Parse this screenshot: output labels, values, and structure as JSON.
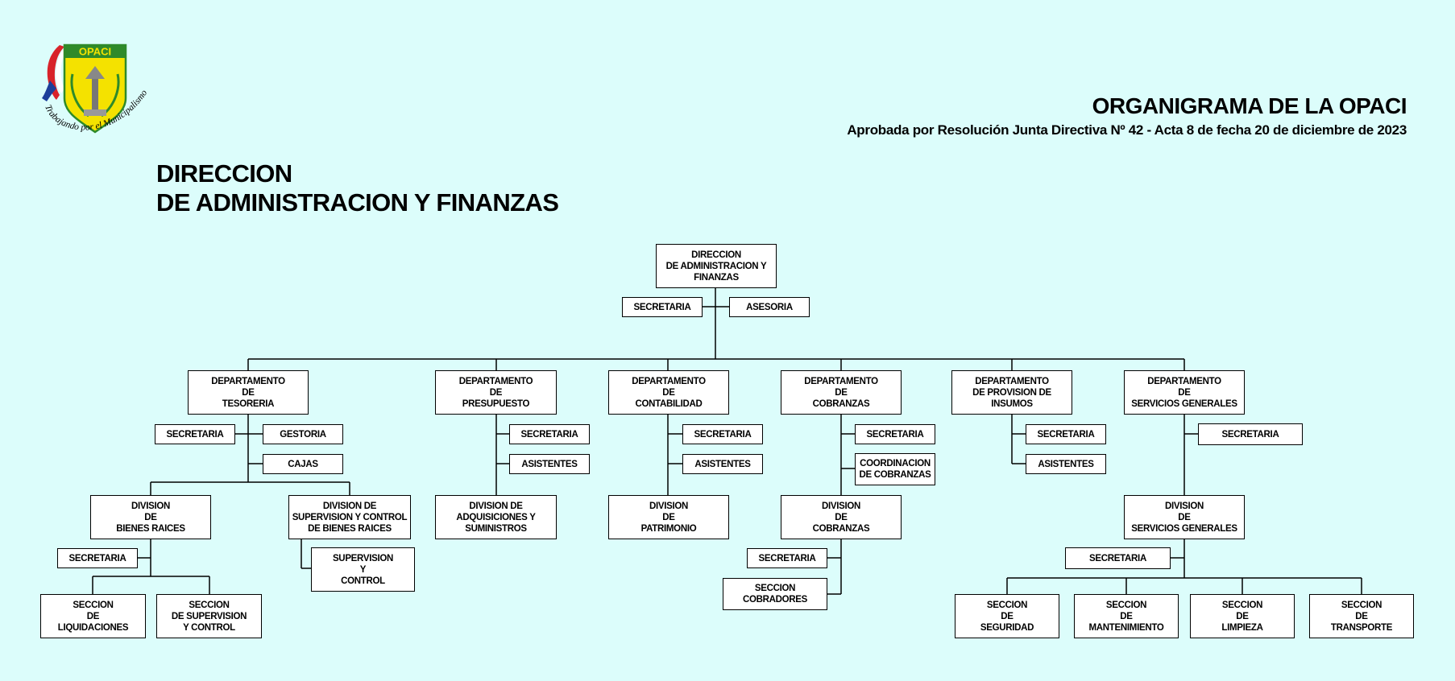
{
  "header": {
    "logo_text": "OPACI",
    "logo_motto": "Trabajando por el Municipalismo",
    "title": "ORGANIGRAMA DE LA OPACI",
    "subtitle": "Aprobada por Resolución Junta Directiva Nº 42 - Acta 8 de fecha 20 de diciembre de 2023",
    "heading_line1": "DIRECCION",
    "heading_line2": "DE ADMINISTRACION Y FINANZAS",
    "colors": {
      "background": "#dcfdfb",
      "logo_yellow": "#f4e200",
      "logo_green": "#2f8a2a",
      "flag_red": "#d8232a",
      "flag_blue": "#1c3f9a"
    }
  },
  "orgchart": {
    "root": "DIRECCION\nDE ADMINISTRACION Y\nFINANZAS",
    "root_secretaria": "SECRETARIA",
    "root_asesoria": "ASESORIA",
    "dep_tesoreria": "DEPARTAMENTO\nDE\nTESORERIA",
    "tes_secretaria": "SECRETARIA",
    "tes_gestoria": "GESTORIA",
    "tes_cajas": "CAJAS",
    "div_bienes": "DIVISION\nDE\nBIENES RAICES",
    "div_bienes_secretaria": "SECRETARIA",
    "sec_liquidaciones": "SECCION\nDE\nLIQUIDACIONES",
    "sec_supervision_control": "SECCION\nDE SUPERVISION\nY CONTROL",
    "div_supervision": "DIVISION DE\nSUPERVISION Y CONTROL\nDE BIENES RAICES",
    "supervision_y_control": "SUPERVISION\nY\nCONTROL",
    "dep_presupuesto": "DEPARTAMENTO\nDE\nPRESUPUESTO",
    "pre_secretaria": "SECRETARIA",
    "pre_asistentes": "ASISTENTES",
    "div_adquisiciones": "DIVISION DE\nADQUISICIONES Y\nSUMINISTROS",
    "dep_contabilidad": "DEPARTAMENTO\nDE\nCONTABILIDAD",
    "con_secretaria": "SECRETARIA",
    "con_asistentes": "ASISTENTES",
    "div_patrimonio": "DIVISION\nDE\nPATRIMONIO",
    "dep_cobranzas": "DEPARTAMENTO\nDE\nCOBRANZAS",
    "cob_secretaria": "SECRETARIA",
    "cob_coordinacion": "COORDINACION\nDE COBRANZAS",
    "div_cobranzas": "DIVISION\nDE\nCOBRANZAS",
    "div_cob_secretaria": "SECRETARIA",
    "sec_cobradores": "SECCION\nCOBRADORES",
    "dep_provision": "DEPARTAMENTO\nDE PROVISION DE\nINSUMOS",
    "pro_secretaria": "SECRETARIA",
    "pro_asistentes": "ASISTENTES",
    "dep_servicios": "DEPARTAMENTO\nDE\nSERVICIOS GENERALES",
    "ser_secretaria": "SECRETARIA",
    "div_servicios": "DIVISION\nDE\nSERVICIOS GENERALES",
    "div_ser_secretaria": "SECRETARIA",
    "sec_seguridad": "SECCION\nDE\nSEGURIDAD",
    "sec_mantenimiento": "SECCION\nDE\nMANTENIMIENTO",
    "sec_limpieza": "SECCION\nDE\nLIMPIEZA",
    "sec_transporte": "SECCION\nDE\nTRANSPORTE"
  }
}
